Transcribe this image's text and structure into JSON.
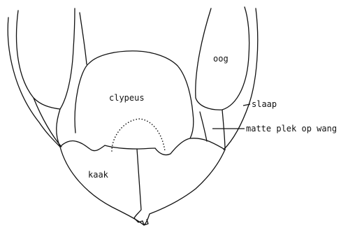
{
  "diagram": {
    "labels": {
      "eye": "oog",
      "clypeus": "clypeus",
      "temple": "slaap",
      "cheek_spot": "matte plek op wang",
      "mandible": "kaak"
    }
  }
}
